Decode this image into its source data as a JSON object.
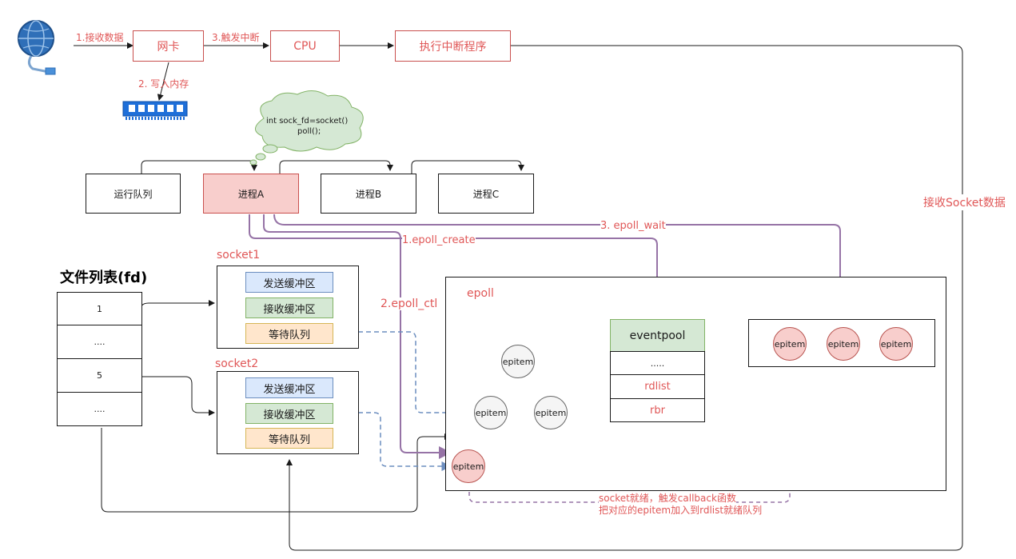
{
  "top": {
    "receive_label": "1.接收数据",
    "nic": "网卡",
    "interrupt_label": "3.触发中断",
    "cpu": "CPU",
    "handler": "执行中断程序",
    "write_mem_label": "2. 写入内存"
  },
  "cloud": {
    "line1": "int sock_fd=socket()",
    "line2": "poll();"
  },
  "processes": {
    "run_queue": "运行队列",
    "a": "进程A",
    "b": "进程B",
    "c": "进程C"
  },
  "arrows": {
    "epoll_create": "1.epoll_create",
    "epoll_ctl": "2.epoll_ctl",
    "epoll_wait": "3. epoll_wait",
    "receive_socket": "接收Socket数据",
    "callback_line1": "socket就绪，触发callback函数",
    "callback_line2": "把对应的epitem加入到rdlist就绪队列"
  },
  "file_list": {
    "title": "文件列表(fd)",
    "rows": [
      "1",
      "....",
      "5",
      "...."
    ]
  },
  "socket1": {
    "title": "socket1",
    "send": "发送缓冲区",
    "recv": "接收缓冲区",
    "wait": "等待队列"
  },
  "socket2": {
    "title": "socket2",
    "send": "发送缓冲区",
    "recv": "接收缓冲区",
    "wait": "等待队列"
  },
  "epoll": {
    "title": "epoll",
    "eventpool": "eventpool",
    "dots": ".....",
    "rdlist": "rdlist",
    "rbr": "rbr",
    "tree_nodes": [
      "epitem",
      "epitem",
      "epitem",
      "epitem"
    ],
    "ready_list": [
      "epitem",
      "epitem",
      "epitem"
    ]
  },
  "colors": {
    "red": "#e05757",
    "purple": "#9673a6",
    "blue": "#6c8ebf",
    "pink": "#f8cecc"
  }
}
